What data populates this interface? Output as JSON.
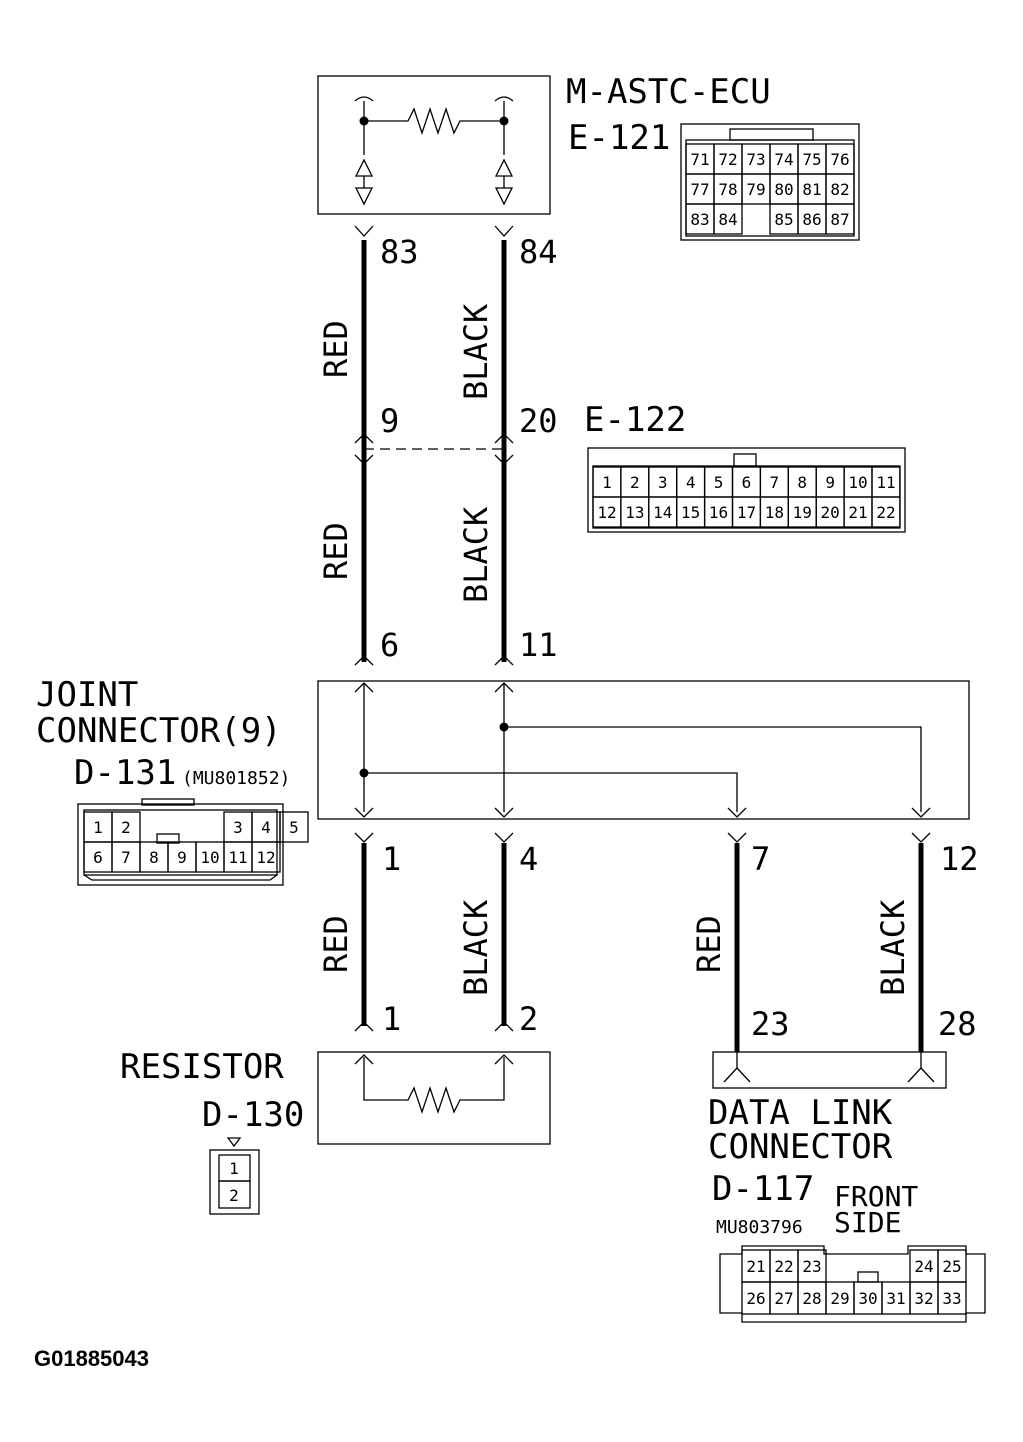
{
  "ecu": {
    "name": "M-ASTC-ECU",
    "connector": "E-121",
    "connector_rows": [
      [
        "71",
        "72",
        "73",
        "74",
        "75",
        "76"
      ],
      [
        "77",
        "78",
        "79",
        "80",
        "81",
        "82"
      ],
      [
        "83",
        "84",
        "",
        "85",
        "86",
        "87"
      ]
    ]
  },
  "inline": {
    "connector": "E-122",
    "rows": [
      [
        "1",
        "2",
        "3",
        "4",
        "5",
        "6",
        "7",
        "8",
        "9",
        "10",
        "11"
      ],
      [
        "12",
        "13",
        "14",
        "15",
        "16",
        "17",
        "18",
        "19",
        "20",
        "21",
        "22"
      ]
    ]
  },
  "joint": {
    "name_line1": "JOINT",
    "name_line2": "CONNECTOR(9)",
    "connector": "D-131",
    "part": "(MU801852)",
    "rows": [
      [
        "1",
        "2",
        "",
        "",
        "",
        "3",
        "4",
        "5"
      ],
      [
        "6",
        "7",
        "8",
        "9",
        "10",
        "11",
        "12"
      ]
    ]
  },
  "resistor": {
    "name": "RESISTOR",
    "connector": "D-130",
    "pins": [
      "1",
      "2"
    ]
  },
  "dlc": {
    "name_line1": "DATA LINK",
    "name_line2": "CONNECTOR",
    "connector": "D-117",
    "part": "MU803796",
    "view_line1": "FRONT",
    "view_line2": "SIDE",
    "rows": [
      [
        "21",
        "22",
        "23",
        "",
        "",
        "",
        "24",
        "25"
      ],
      [
        "26",
        "27",
        "28",
        "29",
        "30",
        "31",
        "32",
        "33"
      ]
    ]
  },
  "wires": {
    "left_top": {
      "color": "RED",
      "pin_top": "83",
      "pin_bottom": "9"
    },
    "right_top": {
      "color": "BLACK",
      "pin_top": "84",
      "pin_bottom": "20"
    },
    "left_mid": {
      "color": "RED",
      "pin_bottom": "6"
    },
    "right_mid": {
      "color": "BLACK",
      "pin_bottom": "11"
    },
    "left_low": {
      "color": "RED",
      "pin_top": "1",
      "pin_bottom": "1"
    },
    "right_low": {
      "color": "BLACK",
      "pin_top": "4",
      "pin_bottom": "2"
    },
    "dlc_left": {
      "color": "RED",
      "pin_top": "7",
      "pin_bottom": "23"
    },
    "dlc_right": {
      "color": "BLACK",
      "pin_top": "12",
      "pin_bottom": "28"
    }
  },
  "figure_code": "G01885043"
}
